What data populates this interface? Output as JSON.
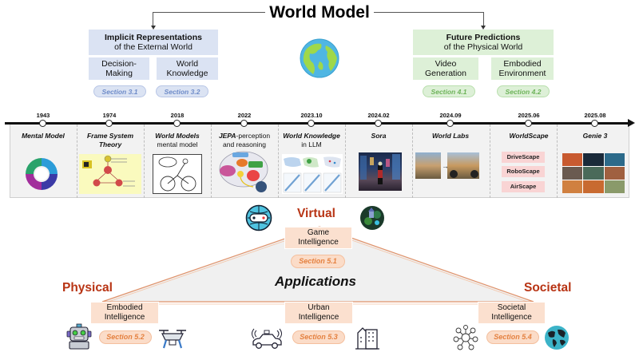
{
  "title": "World Model",
  "implicit": {
    "heading_line1": "Implicit Representations",
    "heading_line2": "of the External World",
    "sub": [
      {
        "line1": "Decision-",
        "line2": "Making",
        "section": "Section 3.1"
      },
      {
        "line1": "World",
        "line2": "Knowledge",
        "section": "Section 3.2"
      }
    ]
  },
  "future": {
    "heading_line1": "Future Predictions",
    "heading_line2": "of the Physical World",
    "sub": [
      {
        "line1": "Video",
        "line2": "Generation",
        "section": "Section 4.1"
      },
      {
        "line1": "Embodied",
        "line2": "Environment",
        "section": "Section 4.2"
      }
    ]
  },
  "center_icon": "earth-globe-icon",
  "timeline": [
    {
      "date": "1943",
      "title_bold": "Mental Model",
      "title_rest": "",
      "title_line2": "",
      "image": "mental-model-cycle-diagram"
    },
    {
      "date": "1974",
      "title_bold": "Frame System",
      "title_rest": "",
      "title_line2": "Theory",
      "image": "frame-system-diagram"
    },
    {
      "date": "2018",
      "title_bold": "World Models",
      "title_rest": "",
      "title_line2": "mental model",
      "image": "cyclist-sketch"
    },
    {
      "date": "2022",
      "title_bold": "JEPA",
      "title_rest": "-perception",
      "title_line2": "and reasoning",
      "image": "jepa-brain-diagram"
    },
    {
      "date": "2023.10",
      "title_bold": "World Knowledge",
      "title_rest": "",
      "title_line2": "in LLM",
      "image": "llm-map-plots"
    },
    {
      "date": "2024.02",
      "title_bold": "Sora",
      "title_rest": "",
      "title_line2": "",
      "image": "sora-city-scene"
    },
    {
      "date": "2024.09",
      "title_bold": "World Labs",
      "title_rest": "",
      "title_line2": "",
      "image": "world-labs-scenes"
    },
    {
      "date": "2025.06",
      "title_bold": "WorldScape",
      "title_rest": "",
      "title_line2": "",
      "image": "worldscape-list",
      "items": [
        "DriveScape",
        "RoboScape",
        "AirScape"
      ]
    },
    {
      "date": "2025.08",
      "title_bold": "Genie 3",
      "title_rest": "",
      "title_line2": "",
      "image": "genie3-grid"
    }
  ],
  "applications": {
    "title": "Applications",
    "virtual": {
      "label": "Virtual",
      "box_line1": "Game",
      "box_line2": "Intelligence",
      "section": "Section 5.1",
      "icons": [
        "game-controller-globe-icon",
        "fantasy-world-icon"
      ]
    },
    "physical": {
      "label": "Physical",
      "box_line1": "Embodied",
      "box_line2": "Intelligence",
      "section": "Section 5.2",
      "icons": [
        "robot-icon",
        "drone-icon"
      ]
    },
    "urban": {
      "box_line1": "Urban",
      "box_line2": "Intelligence",
      "section": "Section 5.3",
      "icons": [
        "autonomous-car-icon",
        "city-buildings-icon"
      ]
    },
    "societal": {
      "label": "Societal",
      "box_line1": "Societal",
      "box_line2": "Intelligence",
      "section": "Section 5.4",
      "icons": [
        "social-network-icon",
        "world-map-globe-icon"
      ]
    }
  },
  "colors": {
    "implicit_blue": "#dbe3f3",
    "future_green": "#ddf0d7",
    "app_orange": "#fbe0cf",
    "category_red": "#b83414",
    "section_orange": "#e4803f"
  }
}
